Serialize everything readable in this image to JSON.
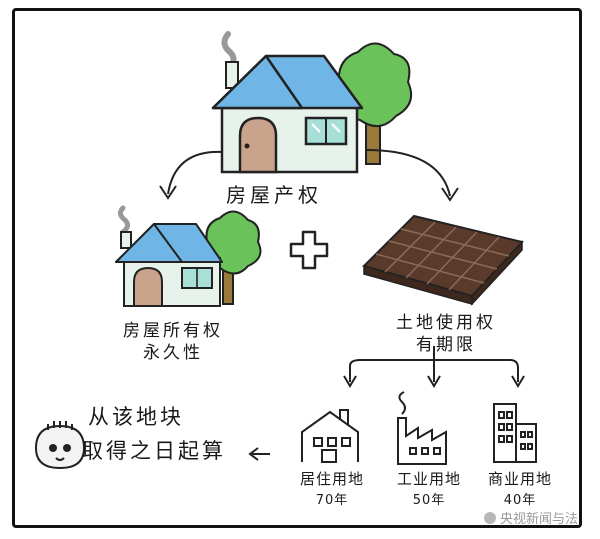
{
  "title": "房屋产权",
  "branches": {
    "house": {
      "line1": "房屋所有权",
      "line2": "永久性"
    },
    "land": {
      "line1": "土地使用权",
      "line2": "有期限"
    }
  },
  "land_uses": [
    {
      "name": "居住用地",
      "years": "70年"
    },
    {
      "name": "工业用地",
      "years": "50年"
    },
    {
      "name": "商业用地",
      "years": "40年"
    }
  ],
  "note": {
    "line1": "从该地块",
    "line2": "取得之日起算"
  },
  "watermark": "央视新闻与法",
  "colors": {
    "roof": "#6fb6e6",
    "wall": "#e6f2ea",
    "door": "#caa38c",
    "tree": "#6cc25a",
    "trunk": "#9a7a3a",
    "land": "#5a3a2a"
  }
}
